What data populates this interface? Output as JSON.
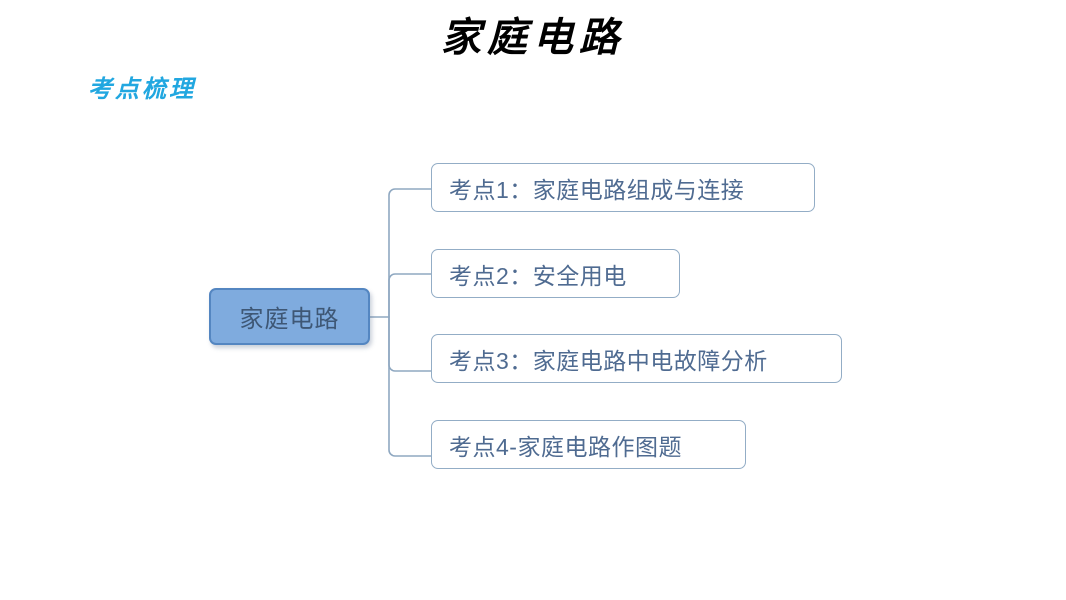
{
  "slide": {
    "title": "家庭电路",
    "section_label": "考点梳理",
    "background_color": "#ffffff",
    "accent_color": "#21A7E0"
  },
  "mindmap": {
    "root": {
      "label": "家庭电路",
      "fill_color": "#7FABDE",
      "border_color": "#5486C1",
      "text_color": "#3E5775"
    },
    "branch_style": {
      "fill_color": "#ffffff",
      "border_color": "#93ADC6",
      "text_color": "#4F6B91",
      "connector_color": "#8FA8C1"
    },
    "branches": [
      {
        "label": "考点1：家庭电路组成与连接"
      },
      {
        "label": "考点2：安全用电"
      },
      {
        "label": "考点3：家庭电路中电故障分析"
      },
      {
        "label": "考点4-家庭电路作图题"
      }
    ]
  }
}
